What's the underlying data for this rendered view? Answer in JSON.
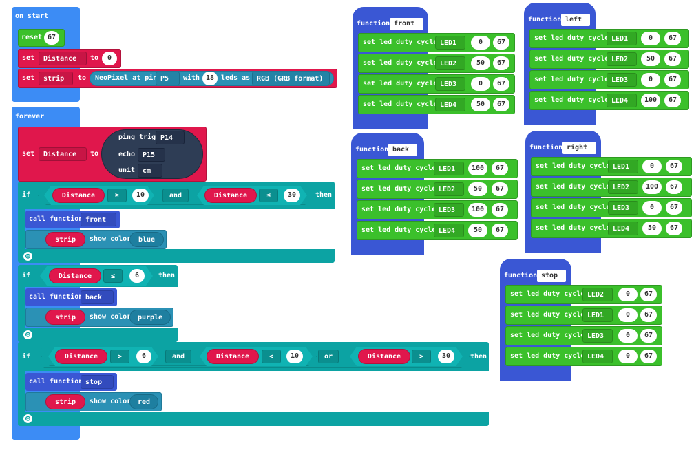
{
  "colors": {
    "event": "#3c8cf5",
    "variable": "#e0174c",
    "led": "#3bc02b",
    "logic": "#0ca3a3",
    "function": "#3a57d4",
    "sonar": "#2e3d55"
  },
  "on_start": {
    "title": "on start",
    "reset_label": "reset",
    "reset_value": "67",
    "set_label": "set",
    "var_distance": "Distance",
    "to_label": "to",
    "distance_value": "0",
    "var_strip": "strip",
    "neopixel_label": "NeoPixel at pin",
    "pin": "P5",
    "with_label": "with",
    "leds_count": "18",
    "leds_as_label": "leds as",
    "mode": "RGB (GRB format)"
  },
  "forever": {
    "title": "forever",
    "set_label": "set",
    "var_distance": "Distance",
    "to_label": "to",
    "ping_trig_label": "ping trig",
    "trig_pin": "P14",
    "echo_label": "echo",
    "echo_pin": "P15",
    "unit_label": "unit",
    "unit_value": "cm",
    "if_label": "if",
    "then_label": "then",
    "and_label": "and",
    "or_label": "or",
    "call_function_label": "call function",
    "show_color_label": "show color",
    "var_strip": "strip",
    "if1": {
      "a_var": "Distance",
      "a_op": "≥",
      "a_val": "10",
      "b_var": "Distance",
      "b_op": "≤",
      "b_val": "30",
      "func": "front",
      "color": "blue"
    },
    "if2": {
      "a_var": "Distance",
      "a_op": "≤",
      "a_val": "6",
      "func": "back",
      "color": "purple"
    },
    "if3": {
      "a_var": "Distance",
      "a_op": ">",
      "a_val": "6",
      "b_var": "Distance",
      "b_op": "<",
      "b_val": "10",
      "c_var": "Distance",
      "c_op": ">",
      "c_val": "30",
      "func": "stop",
      "color": "red"
    }
  },
  "functions": {
    "function_label": "function",
    "set_led_label": "set led duty cycle",
    "front": {
      "name": "front",
      "rows": [
        {
          "led": "LED1",
          "duty": "0",
          "val": "67"
        },
        {
          "led": "LED2",
          "duty": "50",
          "val": "67"
        },
        {
          "led": "LED3",
          "duty": "0",
          "val": "67"
        },
        {
          "led": "LED4",
          "duty": "50",
          "val": "67"
        }
      ]
    },
    "left": {
      "name": "left",
      "rows": [
        {
          "led": "LED1",
          "duty": "0",
          "val": "67"
        },
        {
          "led": "LED2",
          "duty": "50",
          "val": "67"
        },
        {
          "led": "LED3",
          "duty": "0",
          "val": "67"
        },
        {
          "led": "LED4",
          "duty": "100",
          "val": "67"
        }
      ]
    },
    "back": {
      "name": "back",
      "rows": [
        {
          "led": "LED1",
          "duty": "100",
          "val": "67"
        },
        {
          "led": "LED2",
          "duty": "50",
          "val": "67"
        },
        {
          "led": "LED3",
          "duty": "100",
          "val": "67"
        },
        {
          "led": "LED4",
          "duty": "50",
          "val": "67"
        }
      ]
    },
    "right": {
      "name": "right",
      "rows": [
        {
          "led": "LED1",
          "duty": "0",
          "val": "67"
        },
        {
          "led": "LED2",
          "duty": "100",
          "val": "67"
        },
        {
          "led": "LED3",
          "duty": "0",
          "val": "67"
        },
        {
          "led": "LED4",
          "duty": "50",
          "val": "67"
        }
      ]
    },
    "stop": {
      "name": "stop",
      "rows": [
        {
          "led": "LED2",
          "duty": "0",
          "val": "67"
        },
        {
          "led": "LED1",
          "duty": "0",
          "val": "67"
        },
        {
          "led": "LED3",
          "duty": "0",
          "val": "67"
        },
        {
          "led": "LED4",
          "duty": "0",
          "val": "67"
        }
      ]
    }
  }
}
